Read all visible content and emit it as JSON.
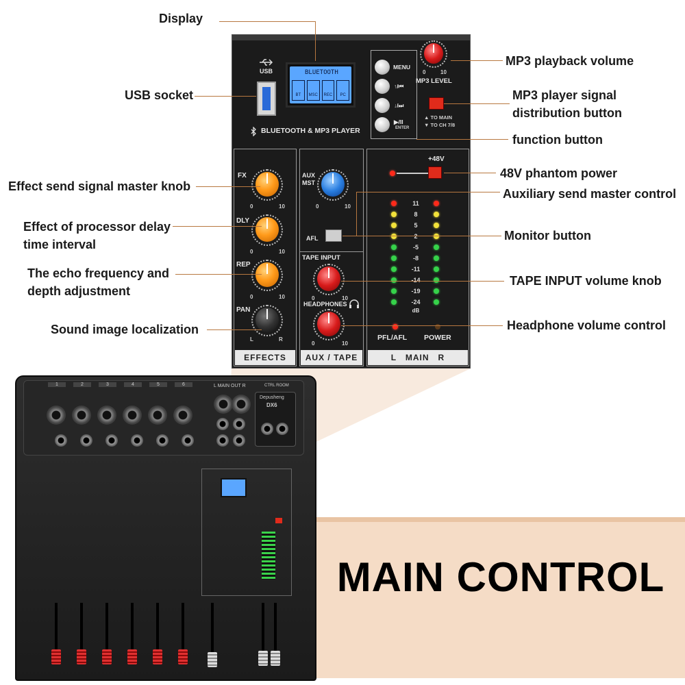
{
  "callouts": {
    "display": "Display",
    "usb_socket": "USB socket",
    "effect_send": "Effect send signal master knob",
    "effect_delay": "Effect of processor delay time interval",
    "echo": "The echo frequency and depth adjustment",
    "sound_image": "Sound image localization",
    "mp3_volume": "MP3 playback volume",
    "mp3_distribution": "MP3 player signal distribution button",
    "function_button": "function button",
    "phantom": "48V phantom power",
    "aux_master": "Auxiliary send master control",
    "monitor": "Monitor button",
    "tape_input": "TAPE INPUT volume knob",
    "headphone": "Headphone volume control"
  },
  "panel": {
    "usb_label": "USB",
    "lcd_text": "BLUETOOTH",
    "lcd_icons": [
      "BT",
      "MSC",
      "REC",
      "PC"
    ],
    "bluetooth_title": "BLUETOOTH & MP3 PLAYER",
    "buttons": [
      "MENU",
      "↑/⏮",
      "↓/⏭",
      "▶/II"
    ],
    "enter_label": "ENTER",
    "mp3_level": "MP3 LEVEL",
    "to_main": "▲ TO MAIN",
    "to_ch": "▼ TO CH 7/8",
    "phantom_label": "+48V",
    "effects": {
      "knobs": [
        "FX",
        "DLY",
        "REP",
        "PAN"
      ],
      "scale_min": "0",
      "scale_max": "10",
      "pan_left": "L",
      "pan_right": "R",
      "section_label": "EFFECTS"
    },
    "aux": {
      "aux_label": "AUX",
      "mst_label": "MST",
      "afl_label": "AFL",
      "tape_input_label": "TAPE INPUT",
      "headphones_label": "HEADPHONES",
      "section_label": "AUX / TAPE"
    },
    "meter": {
      "marks": [
        "11",
        "8",
        "5",
        "2",
        "-5",
        "-8",
        "-11",
        "-14",
        "-19",
        "-24"
      ],
      "unit": "dB",
      "pfl_label": "PFL/AFL",
      "power_label": "POWER",
      "section_label": "L   MAIN   R"
    }
  },
  "mixer": {
    "channels": [
      "1",
      "2",
      "3",
      "4",
      "5",
      "6"
    ],
    "brand": "Depusheng",
    "model": "DX6",
    "main_out": "L  MAIN OUT  R",
    "ctrl_room": "CTRL ROOM"
  },
  "headline": "MAIN CONTROL",
  "colors": {
    "leader": "#b87840",
    "knob_orange": "#ff9a1a",
    "knob_blue": "#2a7ee0",
    "knob_red": "#d81b1b",
    "panel_bg": "#1b1b1b",
    "peach": "#f5dcc6"
  }
}
